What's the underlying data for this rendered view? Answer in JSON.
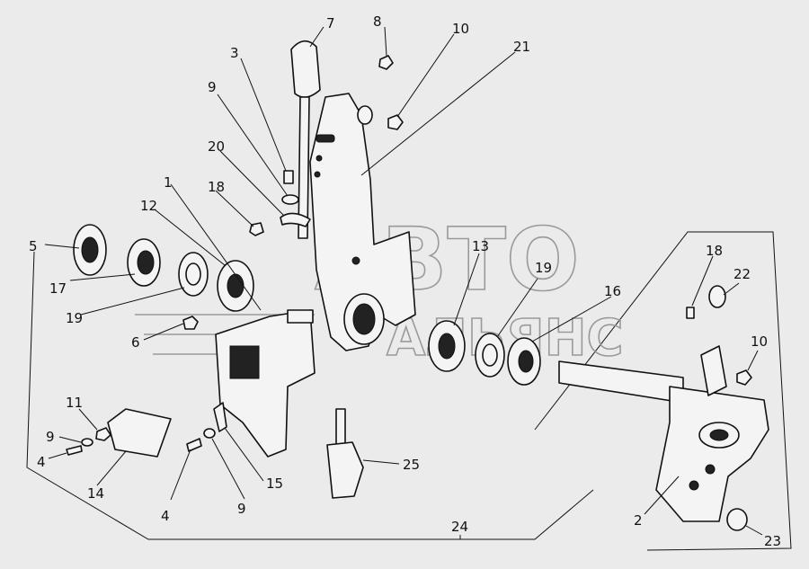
{
  "callouts": [
    "1",
    "2",
    "3",
    "4",
    "4",
    "5",
    "6",
    "7",
    "8",
    "9",
    "9",
    "9",
    "10",
    "10",
    "11",
    "12",
    "13",
    "14",
    "15",
    "16",
    "17",
    "18",
    "18",
    "19",
    "19",
    "20",
    "21",
    "22",
    "23",
    "24",
    "25"
  ],
  "watermark": {
    "line1": "АВТО",
    "line2": "АЛЬЯНС"
  }
}
